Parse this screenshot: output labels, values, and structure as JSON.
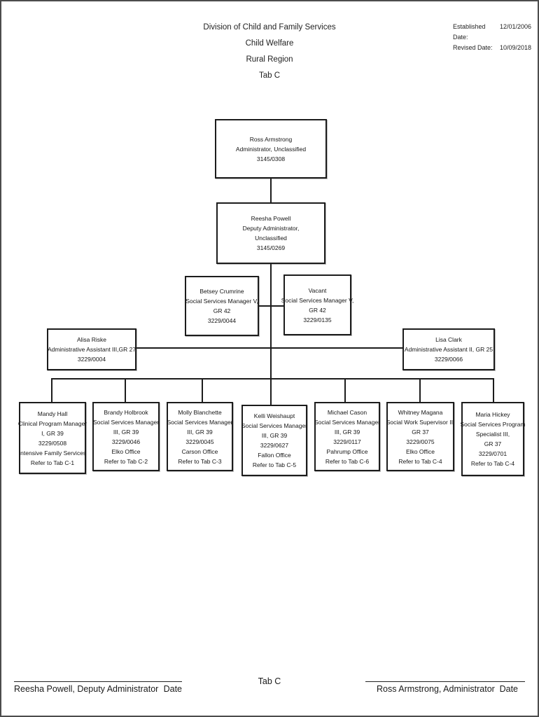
{
  "header": {
    "title_lines": [
      "Division of Child and Family Services",
      "Child Welfare",
      "Rural Region",
      "Tab C"
    ],
    "established_label": "Established Date:",
    "established_value": "12/01/2006",
    "revised_label": "Revised Date:",
    "revised_value": "10/09/2018"
  },
  "orgchart": {
    "nodes": {
      "ross": {
        "lines": [
          "Ross Armstrong",
          "Administrator, Unclassified",
          "3145/0308"
        ]
      },
      "reesha": {
        "lines": [
          "Reesha Powell",
          "Deputy Administrator,",
          "Unclassified",
          "3145/0269"
        ]
      },
      "betsey": {
        "lines": [
          "Betsey Crumrine",
          "Social Services Manager V,",
          "GR 42",
          "3229/0044"
        ]
      },
      "vacant": {
        "lines": [
          "Vacant",
          "Social Services Manager V,",
          "GR 42",
          "3229/0135"
        ]
      },
      "alisa": {
        "lines": [
          "Alisa Riske",
          "Administrative Assistant III,GR 27",
          "3229/0004"
        ]
      },
      "lisa": {
        "lines": [
          "Lisa Clark",
          "Administrative Assistant II, GR 25",
          "3229/0066"
        ]
      },
      "mandy": {
        "lines": [
          "Mandy Hall",
          "Clinical Program Manager",
          "I, GR 39",
          "3229/0508",
          "Intensive Family Services",
          "Refer to Tab C-1"
        ]
      },
      "brandy": {
        "lines": [
          "Brandy Holbrook",
          "Social Services Manager",
          "III, GR 39",
          "3229/0046",
          "Elko Office",
          "Refer to Tab C-2"
        ]
      },
      "molly": {
        "lines": [
          "Molly Blanchette",
          "Social Services Manager",
          "III, GR 39",
          "3229/0045",
          "Carson Office",
          "Refer to Tab C-3"
        ]
      },
      "kelli": {
        "lines": [
          "Kelli Weishaupt",
          "Social Services Manager",
          "III, GR 39",
          "3229/0627",
          "Fallon Office",
          "Refer to Tab C-5"
        ]
      },
      "michael": {
        "lines": [
          "Michael Cason",
          "Social Services Manager",
          "III, GR 39",
          "3229/0117",
          "Pahrump Office",
          "Refer to Tab C-6"
        ]
      },
      "whitney": {
        "lines": [
          "Whitney Magana",
          "Social Work Supervisor II,",
          "GR 37",
          "3229/0075",
          "Elko Office",
          "Refer to Tab C-4"
        ]
      },
      "maria": {
        "lines": [
          "Maria Hickey",
          "Social Services Program",
          "Specialist III,",
          "GR 37",
          "3229/0701",
          "Refer to Tab C-4"
        ]
      }
    }
  },
  "footer": {
    "left_signature": "Reesha Powell, Deputy Administrator",
    "left_date_label": "Date",
    "center_label": "Tab C",
    "right_signature": "Ross Armstrong, Administrator",
    "right_date_label": "Date"
  },
  "colors": {
    "ink": "#1a1a1a",
    "page_background": "#ffffff",
    "page_border": "#4c4c4c"
  }
}
